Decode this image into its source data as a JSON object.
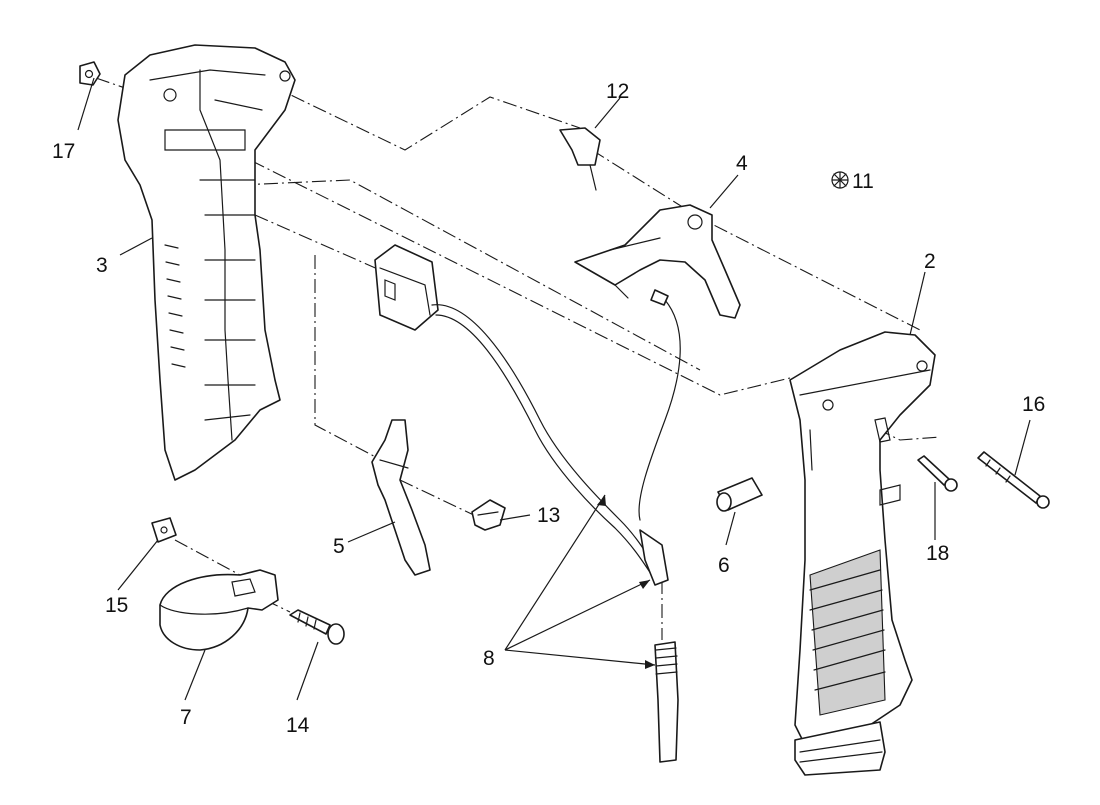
{
  "labels": {
    "p2": "2",
    "p3": "3",
    "p4": "4",
    "p5": "5",
    "p6": "6",
    "p7": "7",
    "p8": "8",
    "p11": "11",
    "p12": "12",
    "p13": "13",
    "p14": "14",
    "p15": "15",
    "p16": "16",
    "p17": "17",
    "p18": "18"
  },
  "colors": {
    "line": "#1a1a1a",
    "shade": "#cfcfcf",
    "background": "#ffffff"
  },
  "symbols": {
    "p11_marker": "asterisk-circle-icon"
  }
}
